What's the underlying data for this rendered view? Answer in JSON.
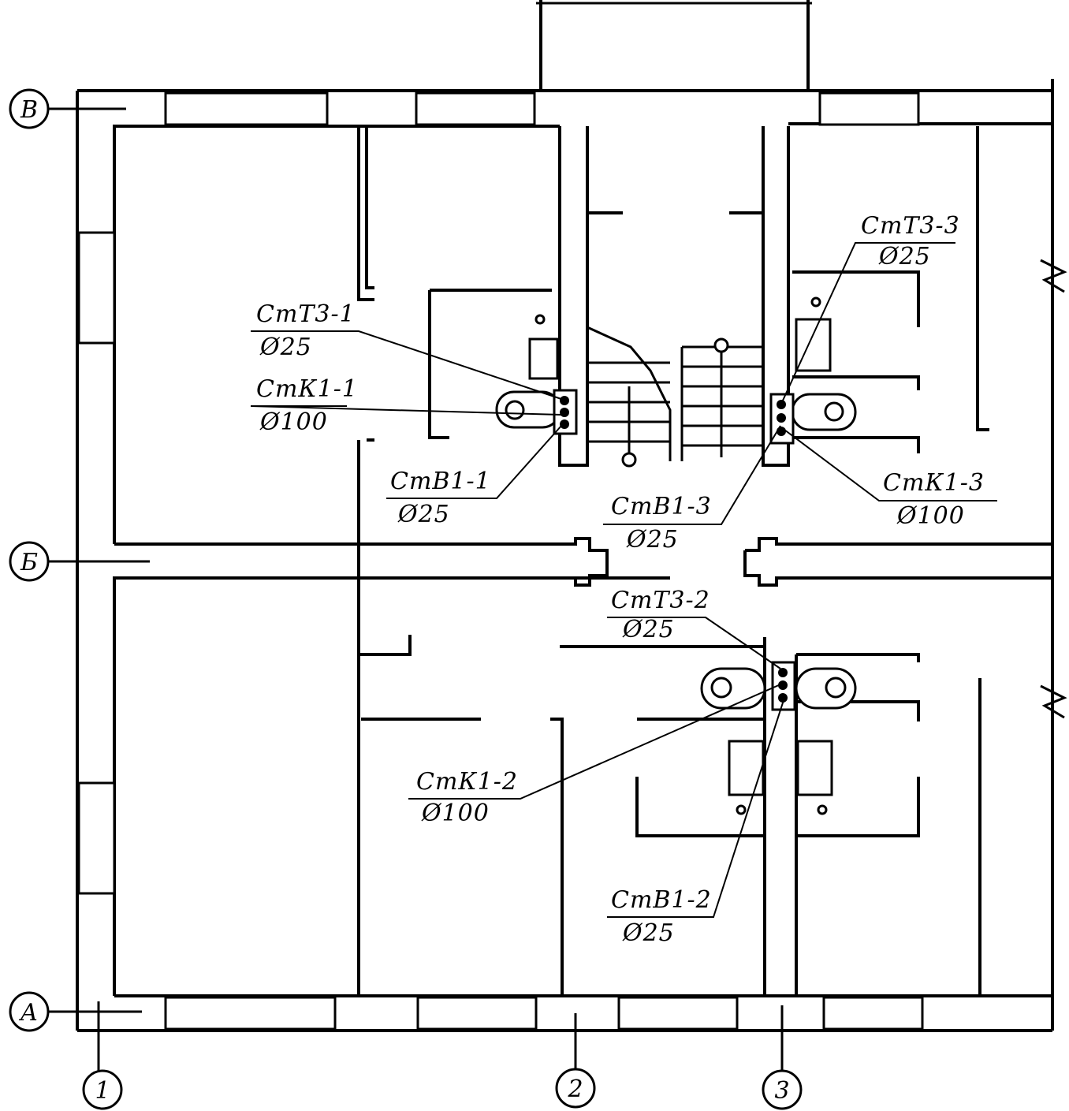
{
  "axes": {
    "rows": [
      "В",
      "Б",
      "А"
    ],
    "columns": [
      "1",
      "2",
      "3"
    ]
  },
  "risers": [
    {
      "id": "CT3-1",
      "name": "СтТ3-1",
      "dia": "Ø25"
    },
    {
      "id": "CK1-1",
      "name": "СтК1-1",
      "dia": "Ø100"
    },
    {
      "id": "CB1-1",
      "name": "СтВ1-1",
      "dia": "Ø25"
    },
    {
      "id": "CT3-3",
      "name": "СтТ3-3",
      "dia": "Ø25"
    },
    {
      "id": "CK1-3",
      "name": "СтК1-3",
      "dia": "Ø100"
    },
    {
      "id": "CB1-3",
      "name": "СтВ1-3",
      "dia": "Ø25"
    },
    {
      "id": "CT3-2",
      "name": "СтТ3-2",
      "dia": "Ø25"
    },
    {
      "id": "CK1-2",
      "name": "СтК1-2",
      "dia": "Ø100"
    },
    {
      "id": "CB1-2",
      "name": "СтВ1-2",
      "dia": "Ø25"
    }
  ]
}
